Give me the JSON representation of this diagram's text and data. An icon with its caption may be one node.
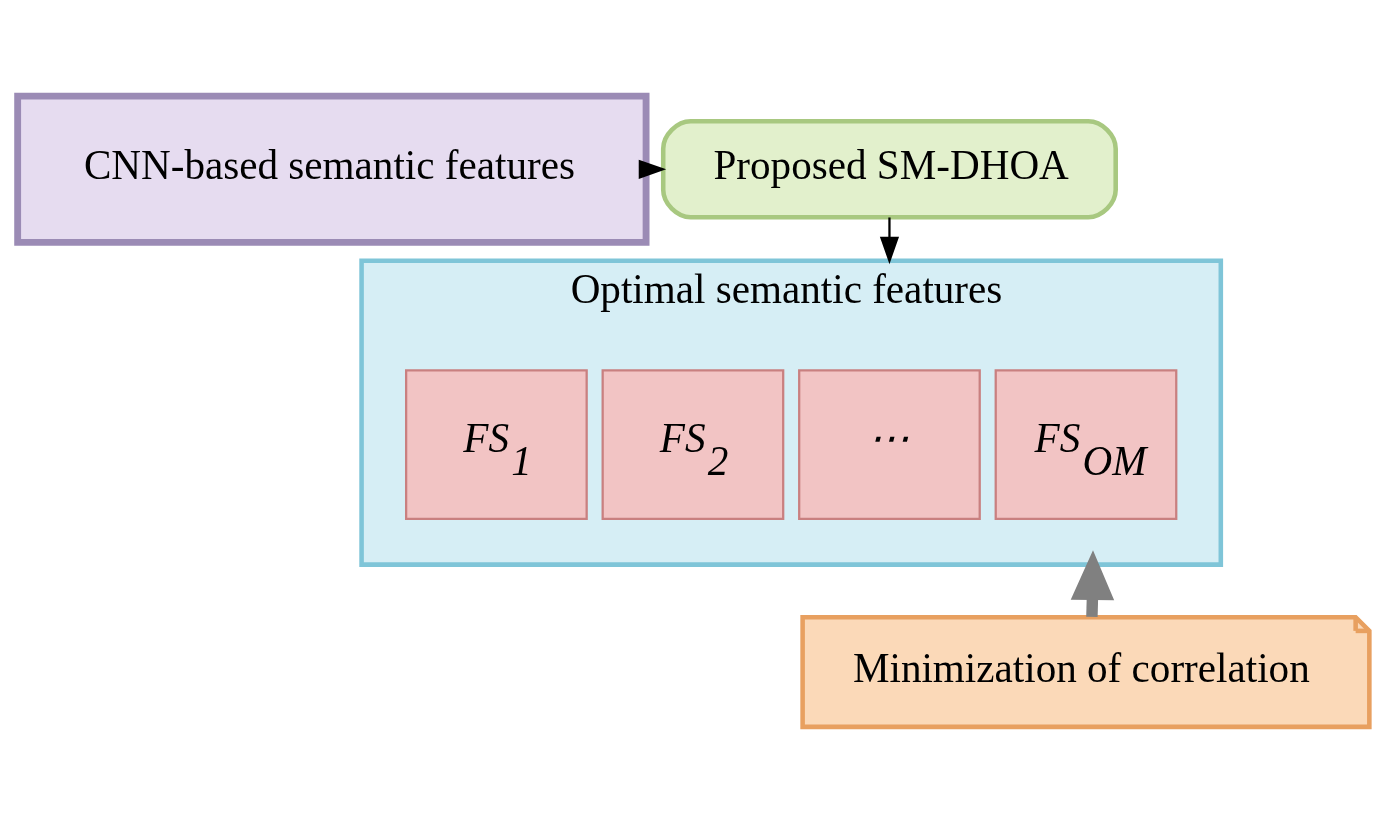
{
  "diagram": {
    "nodes": [
      {
        "text": [
          "CNN-based semantic features"
        ]
      },
      {
        "text": [
          "Proposed SM-DHOA"
        ]
      },
      {
        "text": [
          "Optimal semantic features"
        ]
      },
      {
        "text": [
          "FS$_{1}$"
        ],
        "in": 2
      },
      {
        "text": [
          "FS$_{2}$"
        ],
        "in": 2
      },
      {
        "text": [
          "⋯"
        ],
        "in": 2
      },
      {
        "text": [
          "FS$_{OM}$"
        ],
        "in": 2
      },
      {
        "text": [
          "Minimization of correlation"
        ]
      }
    ],
    "edges": [
      {
        "from": 0,
        "to": 1,
        "arrow": "to"
      },
      {
        "from": 1,
        "to": 2,
        "arrow": "to"
      },
      {
        "from": 7,
        "to": 2,
        "arrow": "to",
        "style": "thick",
        "color": "#808080"
      }
    ]
  }
}
